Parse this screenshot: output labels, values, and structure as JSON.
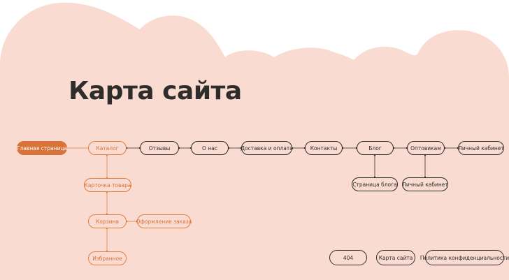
{
  "title": "Карта сайта",
  "nodes": {
    "home": "Главная страница",
    "catalog": "Каталог",
    "reviews": "Отзывы",
    "about": "О нас",
    "delivery": "Доставка и оплата",
    "contacts": "Контакты",
    "blog": "Блог",
    "wholesale": "Оптовикам",
    "account_top": "Личный кабинет",
    "product_card": "Карточка товара",
    "cart": "Корзина",
    "checkout": "Оформление заказа",
    "favorites": "Избранное",
    "blog_page": "Страница блога",
    "account_sub": "Личный кабинет",
    "not_found": "404",
    "sitemap": "Карта сайта",
    "privacy": "Политика конфиденциальности"
  },
  "colors": {
    "background": "#fadbd1",
    "accent": "#d8733a",
    "dark": "#2e2d2b"
  }
}
